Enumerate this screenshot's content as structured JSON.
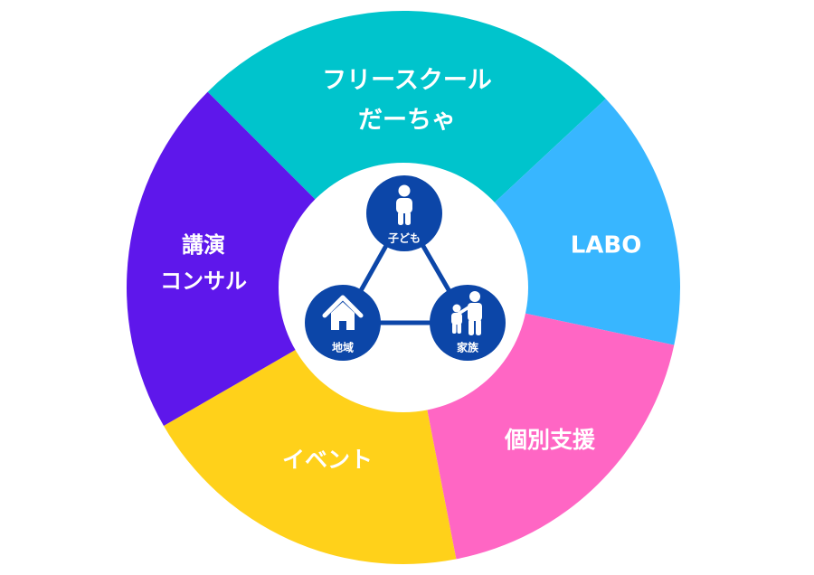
{
  "segments": [
    {
      "id": "free-school",
      "lines": [
        "フリースクール",
        "だーちゃ"
      ],
      "color": "#00C4CC"
    },
    {
      "id": "labo",
      "lines": [
        "LABO"
      ],
      "color": "#38B6FF"
    },
    {
      "id": "individual-support",
      "lines": [
        "個別支援"
      ],
      "color": "#FF66C4"
    },
    {
      "id": "event",
      "lines": [
        "イベント"
      ],
      "color": "#FFD11A"
    },
    {
      "id": "lecture-consult",
      "lines": [
        "講演",
        "コンサル"
      ],
      "color": "#5E17EB"
    }
  ],
  "center": {
    "nodes": [
      {
        "id": "child",
        "label": "子ども",
        "icon": "child-person-icon"
      },
      {
        "id": "family",
        "label": "家族",
        "icon": "parent-child-icon"
      },
      {
        "id": "community",
        "label": "地域",
        "icon": "house-icon"
      }
    ],
    "node_color": "#0C46A8",
    "link_color": "#0C46A8"
  }
}
